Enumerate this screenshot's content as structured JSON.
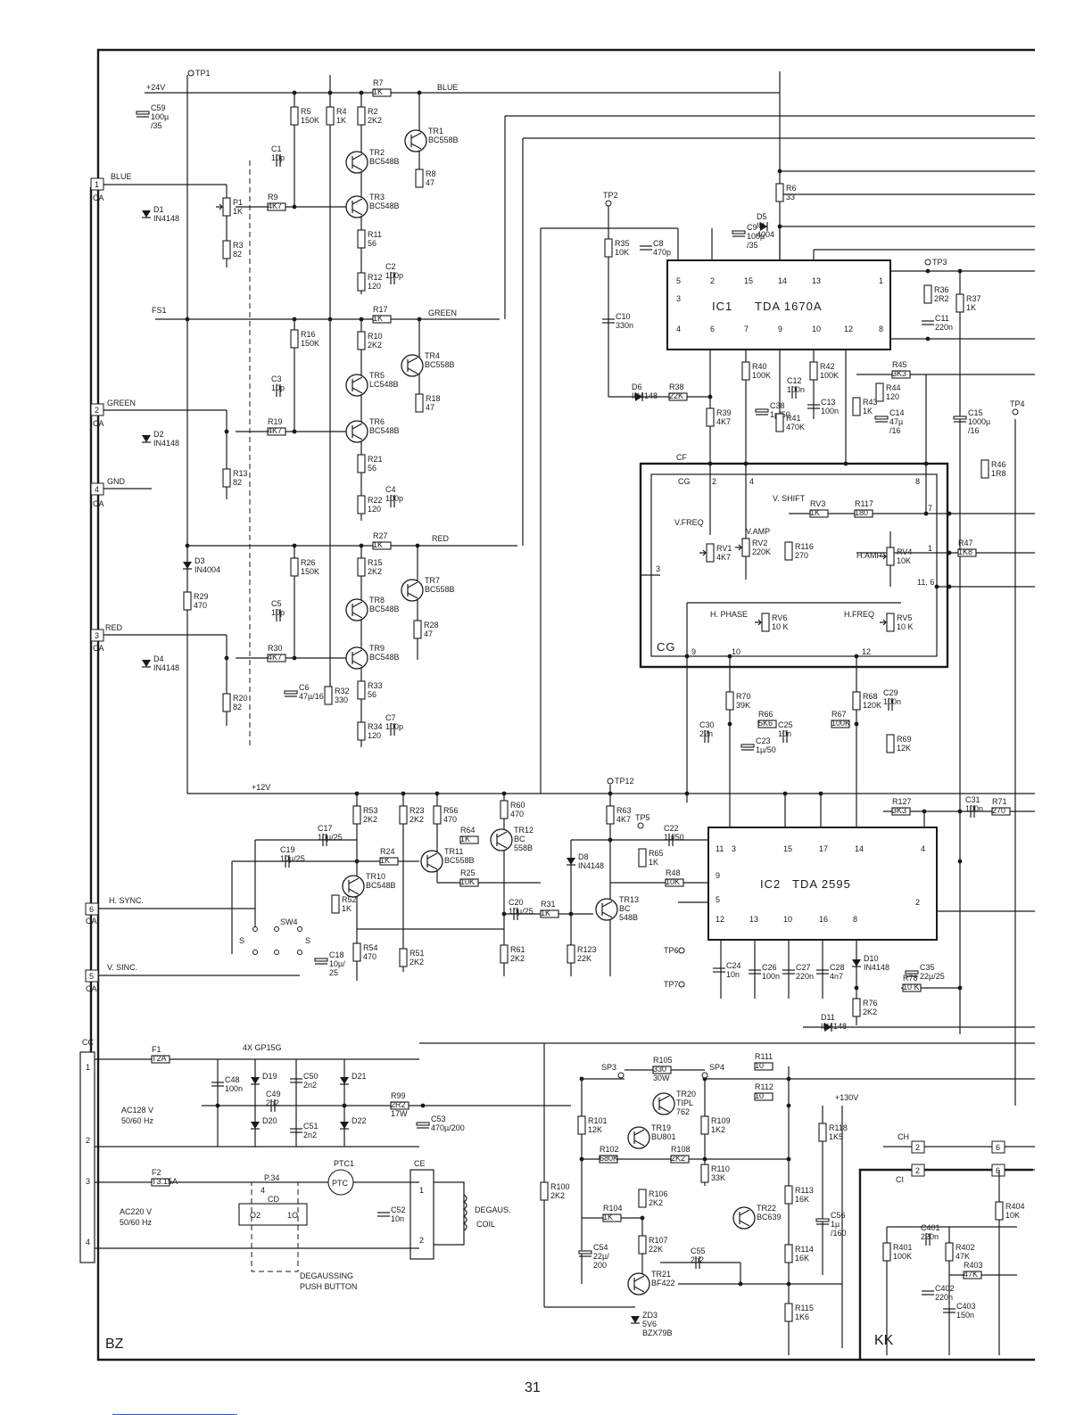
{
  "page_number": "31",
  "boards": {
    "bz": "BZ",
    "kk": "KK",
    "cg": "CG"
  },
  "ics": [
    {
      "ref": "IC1",
      "part": "TDA 1670A"
    },
    {
      "ref": "IC2",
      "part": "TDA 2595"
    }
  ],
  "nets": {
    "plus24": "+24V",
    "plus12": "+12V",
    "plus130": "+130V",
    "blue": "BLUE",
    "green": "GREEN",
    "red": "RED",
    "gnd": "GND",
    "hsync": "H. SYNC.",
    "vsinc": "V. SINC.",
    "fs1": "FS1",
    "cf": "CF",
    "cg": "CG",
    "cc": "CC",
    "ce": "CE",
    "ch": "CH",
    "ci": "CI"
  },
  "connector_ca": {
    "label": "CA",
    "pins": [
      {
        "num": "1",
        "name": "BLUE"
      },
      {
        "num": "2",
        "name": "GREEN"
      },
      {
        "num": "4",
        "name": "GND"
      },
      {
        "num": "3",
        "name": "RED"
      },
      {
        "num": "6",
        "name": "H. SYNC."
      },
      {
        "num": "5",
        "name": "V. SINC."
      }
    ]
  },
  "test_points": [
    "TP1",
    "TP2",
    "TP3",
    "TP4",
    "TP5",
    "TP6",
    "TP7",
    "TP12",
    "SP3",
    "SP4"
  ],
  "controls": {
    "vshift": "V. SHIFT",
    "vfreq": "V.FREQ",
    "vamp": "V.AMP",
    "hamp": "H.AMP",
    "hphase": "H. PHASE",
    "hfreq": "H.FREQ"
  },
  "power": {
    "ac128": "AC128 V",
    "ac128_freq": "50/60 Hz",
    "ac220": "AC220 V",
    "ac220_freq": "50/60 Hz",
    "diodes_note": "4X GP15G",
    "degaus": "DEGAUS.",
    "coil": "COIL",
    "degaussing": "DEGAUSSING",
    "push_button": "PUSH BUTTON",
    "ptc": "PTC",
    "ptc1": "PTC1",
    "p34": "P.34",
    "cd": "CD",
    "sw4": "SW4"
  },
  "components": [
    {
      "ref": "C59",
      "val": "100µ",
      "val2": "/35"
    },
    {
      "ref": "R7",
      "val": "1K"
    },
    {
      "ref": "R5",
      "val": "150K"
    },
    {
      "ref": "R4",
      "val": "1K"
    },
    {
      "ref": "R2",
      "val": "2K2"
    },
    {
      "ref": "TR1",
      "val": "BC558B"
    },
    {
      "ref": "R8",
      "val": "47"
    },
    {
      "ref": "TR2",
      "val": "BC548B"
    },
    {
      "ref": "C1",
      "val": "10p"
    },
    {
      "ref": "R9",
      "val": "4K7"
    },
    {
      "ref": "TR3",
      "val": "BC548B"
    },
    {
      "ref": "D1",
      "val": "IN4148"
    },
    {
      "ref": "P1",
      "val": "1K"
    },
    {
      "ref": "R3",
      "val": "82"
    },
    {
      "ref": "R11",
      "val": "56"
    },
    {
      "ref": "R12",
      "val": "120"
    },
    {
      "ref": "C2",
      "val": "100p"
    },
    {
      "ref": "R17",
      "val": "1K"
    },
    {
      "ref": "R16",
      "val": "150K"
    },
    {
      "ref": "R10",
      "val": "2K2"
    },
    {
      "ref": "TR4",
      "val": "BC558B"
    },
    {
      "ref": "C3",
      "val": "10p"
    },
    {
      "ref": "TR5",
      "val": "LC548B"
    },
    {
      "ref": "R18",
      "val": "47"
    },
    {
      "ref": "D2",
      "val": "IN4148"
    },
    {
      "ref": "R19",
      "val": "4K7"
    },
    {
      "ref": "TR6",
      "val": "BC548B"
    },
    {
      "ref": "R13",
      "val": "82"
    },
    {
      "ref": "R21",
      "val": "56"
    },
    {
      "ref": "R22",
      "val": "120"
    },
    {
      "ref": "C4",
      "val": "100p"
    },
    {
      "ref": "D3",
      "val": "IN4004"
    },
    {
      "ref": "R27",
      "val": "1K"
    },
    {
      "ref": "R26",
      "val": "150K"
    },
    {
      "ref": "R15",
      "val": "2K2"
    },
    {
      "ref": "TR7",
      "val": "BC558B"
    },
    {
      "ref": "R29",
      "val": "470"
    },
    {
      "ref": "C5",
      "val": "10p"
    },
    {
      "ref": "TR8",
      "val": "BC548B"
    },
    {
      "ref": "R28",
      "val": "47"
    },
    {
      "ref": "D4",
      "val": "IN4148"
    },
    {
      "ref": "R30",
      "val": "4K7"
    },
    {
      "ref": "TR9",
      "val": "BC548B"
    },
    {
      "ref": "R20",
      "val": "82"
    },
    {
      "ref": "C6",
      "val": "47µ/16"
    },
    {
      "ref": "R32",
      "val": "330"
    },
    {
      "ref": "R33",
      "val": "56"
    },
    {
      "ref": "R34",
      "val": "120"
    },
    {
      "ref": "C7",
      "val": "100p"
    },
    {
      "ref": "R6",
      "val": "33"
    },
    {
      "ref": "D5",
      "val": "IN",
      "val2": "4004"
    },
    {
      "ref": "C9",
      "val": "100µ",
      "val2": "/35"
    },
    {
      "ref": "R35",
      "val": "10K"
    },
    {
      "ref": "C8",
      "val": "470p"
    },
    {
      "ref": "R36",
      "val": "2R2"
    },
    {
      "ref": "C11",
      "val": "220n"
    },
    {
      "ref": "R37",
      "val": "1K"
    },
    {
      "ref": "C10",
      "val": "330n"
    },
    {
      "ref": "D6",
      "val": "IN4148"
    },
    {
      "ref": "R38",
      "val": "22K"
    },
    {
      "ref": "R39",
      "val": "4K7"
    },
    {
      "ref": "R40",
      "val": "100K"
    },
    {
      "ref": "C38",
      "val": "1µ/50"
    },
    {
      "ref": "C12",
      "val": "100n"
    },
    {
      "ref": "R41",
      "val": "470K"
    },
    {
      "ref": "R42",
      "val": "100K"
    },
    {
      "ref": "C13",
      "val": "100n"
    },
    {
      "ref": "R43",
      "val": "1K"
    },
    {
      "ref": "R45",
      "val": "3K3"
    },
    {
      "ref": "R44",
      "val": "120"
    },
    {
      "ref": "C14",
      "val": "47µ",
      "val2": "/16"
    },
    {
      "ref": "C15",
      "val": "1000µ",
      "val2": "/16"
    },
    {
      "ref": "R46",
      "val": "1R8"
    },
    {
      "ref": "RV3",
      "val": "1K"
    },
    {
      "ref": "R117",
      "val": "180"
    },
    {
      "ref": "RV1",
      "val": "4K7"
    },
    {
      "ref": "RV2",
      "val": "220K"
    },
    {
      "ref": "R116",
      "val": "270"
    },
    {
      "ref": "RV4",
      "val": "10K"
    },
    {
      "ref": "R47",
      "val": "1K8"
    },
    {
      "ref": "RV6",
      "val": "10 K"
    },
    {
      "ref": "RV5",
      "val": "10 K"
    },
    {
      "ref": "R70",
      "val": "39K"
    },
    {
      "ref": "R68",
      "val": "120K"
    },
    {
      "ref": "C29",
      "val": "100n"
    },
    {
      "ref": "C30",
      "val": "22n"
    },
    {
      "ref": "R66",
      "val": "5K6"
    },
    {
      "ref": "C23",
      "val": "1µ/50"
    },
    {
      "ref": "C25",
      "val": "10n"
    },
    {
      "ref": "R67",
      "val": "100K"
    },
    {
      "ref": "R69",
      "val": "12K"
    },
    {
      "ref": "R53",
      "val": "2K2"
    },
    {
      "ref": "R23",
      "val": "2K2"
    },
    {
      "ref": "R56",
      "val": "470"
    },
    {
      "ref": "R60",
      "val": "470"
    },
    {
      "ref": "TR12",
      "val": "BC",
      "val2": "558B"
    },
    {
      "ref": "R63",
      "val": "4K7"
    },
    {
      "ref": "R127",
      "val": "3K3"
    },
    {
      "ref": "C31",
      "val": "100n"
    },
    {
      "ref": "R71",
      "val": "270"
    },
    {
      "ref": "C17",
      "val": "10µ/25"
    },
    {
      "ref": "R64",
      "val": "1K"
    },
    {
      "ref": "C22",
      "val": "1µ/50"
    },
    {
      "ref": "C19",
      "val": "10µ/25"
    },
    {
      "ref": "R24",
      "val": "1K"
    },
    {
      "ref": "TR11",
      "val": "BC558B"
    },
    {
      "ref": "D8",
      "val": "IN4148"
    },
    {
      "ref": "R65",
      "val": "1K"
    },
    {
      "ref": "R25",
      "val": "10K"
    },
    {
      "ref": "R48",
      "val": "10K"
    },
    {
      "ref": "R52",
      "val": "1K"
    },
    {
      "ref": "TR10",
      "val": "BC548B"
    },
    {
      "ref": "C20",
      "val": "10µ/25"
    },
    {
      "ref": "R31",
      "val": "1K"
    },
    {
      "ref": "TR13",
      "val": "BC",
      "val2": "548B"
    },
    {
      "ref": "C18",
      "val": "10µ/",
      "val2": "25"
    },
    {
      "ref": "R54",
      "val": "470"
    },
    {
      "ref": "R51",
      "val": "2K2"
    },
    {
      "ref": "R61",
      "val": "2K2"
    },
    {
      "ref": "R123",
      "val": "22K"
    },
    {
      "ref": "C24",
      "val": "10n"
    },
    {
      "ref": "C26",
      "val": "100n"
    },
    {
      "ref": "C27",
      "val": "220n"
    },
    {
      "ref": "C28",
      "val": "4n7"
    },
    {
      "ref": "D10",
      "val": "IN4148"
    },
    {
      "ref": "C35",
      "val": "22µ/25"
    },
    {
      "ref": "R78",
      "val": "10 K"
    },
    {
      "ref": "R76",
      "val": "2K2"
    },
    {
      "ref": "D11",
      "val": "IN4148"
    },
    {
      "ref": "F1",
      "val": "T2A"
    },
    {
      "ref": "C48",
      "val": "100n"
    },
    {
      "ref": "D19"
    },
    {
      "ref": "C50",
      "val": "2n2"
    },
    {
      "ref": "D21"
    },
    {
      "ref": "C49",
      "val": "2n2"
    },
    {
      "ref": "C51",
      "val": "2n2"
    },
    {
      "ref": "D20"
    },
    {
      "ref": "D22"
    },
    {
      "ref": "R99",
      "val": "2R2",
      "val2": "17W"
    },
    {
      "ref": "C53",
      "val": "470µ/200"
    },
    {
      "ref": "F2",
      "val": "T3.15A"
    },
    {
      "ref": "C52",
      "val": "10n"
    },
    {
      "ref": "R105",
      "val": "330",
      "val2": "30W"
    },
    {
      "ref": "R111",
      "val": "10"
    },
    {
      "ref": "TR20",
      "val": "TIPL",
      "val2": "762"
    },
    {
      "ref": "R112",
      "val": "10"
    },
    {
      "ref": "R101",
      "val": "12K"
    },
    {
      "ref": "TR19",
      "val": "BU801"
    },
    {
      "ref": "R109",
      "val": "1K2"
    },
    {
      "ref": "R118",
      "val": "1K5"
    },
    {
      "ref": "R102",
      "val": "680K"
    },
    {
      "ref": "R108",
      "val": "2K2"
    },
    {
      "ref": "R110",
      "val": "33K"
    },
    {
      "ref": "R106",
      "val": "2K2"
    },
    {
      "ref": "R113",
      "val": "16K"
    },
    {
      "ref": "TR22",
      "val": "BC639"
    },
    {
      "ref": "R100",
      "val": "2K2"
    },
    {
      "ref": "C56",
      "val": "1µ",
      "val2": "/160"
    },
    {
      "ref": "R104",
      "val": "1K"
    },
    {
      "ref": "R107",
      "val": "22K"
    },
    {
      "ref": "C55",
      "val": "2n2"
    },
    {
      "ref": "R114",
      "val": "16K"
    },
    {
      "ref": "C54",
      "val": "22µ/",
      "val2": "200"
    },
    {
      "ref": "TR21",
      "val": "BF422"
    },
    {
      "ref": "ZD3",
      "val": "5V6",
      "val2": "BZX79B"
    },
    {
      "ref": "R115",
      "val": "1K6"
    },
    {
      "ref": "R404",
      "val": "10K"
    },
    {
      "ref": "C401",
      "val": "220n"
    },
    {
      "ref": "R401",
      "val": "100K"
    },
    {
      "ref": "R402",
      "val": "47K"
    },
    {
      "ref": "R403",
      "val": "47K"
    },
    {
      "ref": "C402",
      "val": "220n"
    },
    {
      "ref": "C403",
      "val": "150n"
    }
  ]
}
